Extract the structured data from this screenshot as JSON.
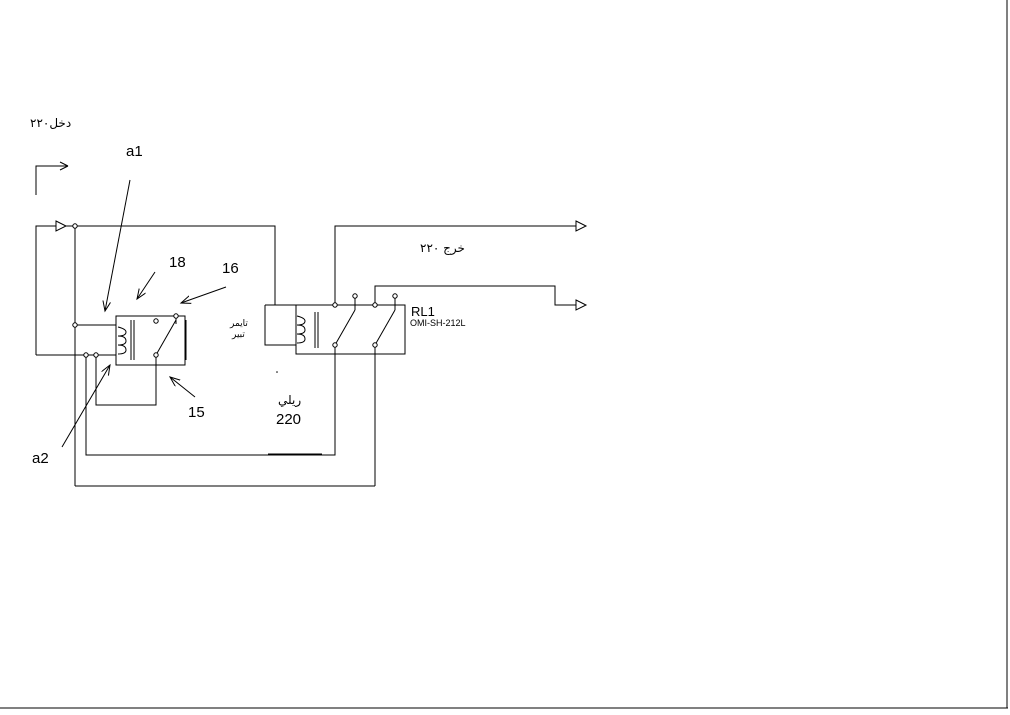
{
  "labels": {
    "input": "دخل۲۲۰",
    "output": "خرج ۲۲۰",
    "a1": "a1",
    "a2": "a2",
    "n18": "18",
    "n16": "16",
    "n15": "15",
    "relay_ref": "RL1",
    "relay_part": "OMI-SH-212L",
    "timer_line1": "تايمر",
    "timer_line2": "تبير",
    "relay_word": "ريلي",
    "relay_voltage": "220"
  }
}
